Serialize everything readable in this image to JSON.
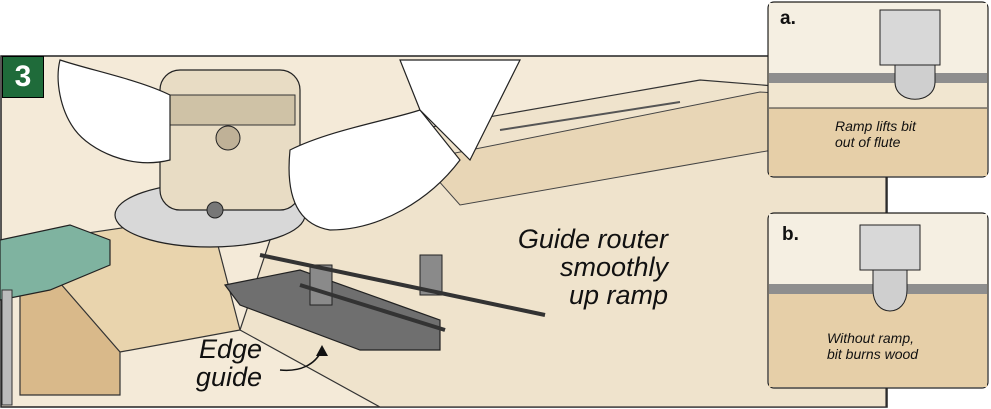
{
  "step": {
    "number": "3"
  },
  "callouts": {
    "guide_router": [
      "Guide router",
      "smoothly",
      "up ramp"
    ],
    "edge_guide": [
      "Edge",
      "guide"
    ]
  },
  "insets": {
    "a": {
      "tag": "a.",
      "caption": [
        "Ramp lifts bit",
        "out of flute"
      ]
    },
    "b": {
      "tag": "b.",
      "caption": [
        "Without ramp,",
        "bit burns wood"
      ]
    }
  },
  "colors": {
    "badge_green": "#1f6b3a",
    "wood_light": "#efe3cc",
    "wood_mid": "#e6cfa8",
    "panel_tan": "#f1e6d0",
    "guide_gray": "#6f6f6f"
  }
}
